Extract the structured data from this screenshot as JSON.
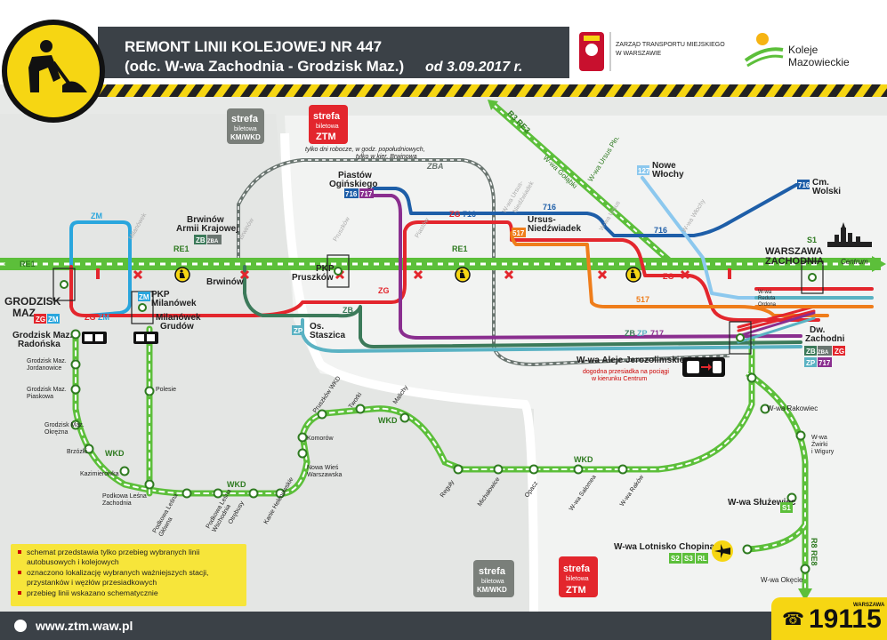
{
  "header": {
    "title_line1": "REMONT LINII KOLEJOWEJ NR 447",
    "title_line2": "(odc. W-wa Zachodnia - Grodzisk Maz.)",
    "date": "od 3.09.2017 r.",
    "ztm_org": "ZARZĄD TRANSPORTU MIEJSKIEGO\nW WARSZAWIE",
    "km_brand_1": "Koleje",
    "km_brand_2": "Mazowieckie"
  },
  "zones": {
    "km_wkd_1": "strefa",
    "km_wkd_2": "biletowa",
    "km_wkd_3": "KM/WKD",
    "ztm_1": "strefa",
    "ztm_2": "biletowa",
    "ztm_3": "ZTM"
  },
  "notes": {
    "workdays": "tylko dni robocze, w godz. popołudniowych,",
    "workdays2": "tylko w kier. Brwinowa",
    "transfer_1": "dogodna przesiadka na pociągi",
    "transfer_2": "w kierunku Centrum",
    "centrum": "Centrum"
  },
  "stations": {
    "grodzisk": "GRODZISK",
    "grodzisk2": "MAZ.",
    "grodzisk_radonska": "Grodzisk Maz.",
    "grodzisk_radonska2": "Radońska",
    "pkp_milanowek": "PKP",
    "pkp_milanowek2": "Milanówek",
    "milanowek_grudow": "Milanówek",
    "milanowek_grudow2": "Grudów",
    "brwinow_ak": "Brwinów",
    "brwinow_ak2": "Armii Krajowej",
    "brwinow": "Brwinów",
    "pkp_pruszkow": "PKP",
    "pkp_pruszkow2": "Pruszków",
    "os_staszica": "Os.",
    "os_staszica2": "Staszica",
    "piastow": "Piastów",
    "piastow2": "Ogińskiego",
    "ursus_n": "Ursus-",
    "ursus_n2": "Niedźwiadek",
    "nowe_wlochy": "Nowe",
    "nowe_wlochy2": "Włochy",
    "cm_wolski": "Cm.",
    "cm_wolski2": "Wolski",
    "warszawa_zach": "WARSZAWA",
    "warszawa_zach2": "ZACHODNIA",
    "dw_zach": "Dw.",
    "dw_zach2": "Zachodni",
    "aleje": "W-wa Aleje Jerozolimskie",
    "sluzewiec": "W-wa Służewiec",
    "lotnisko": "W-wa Lotnisko Chopina",
    "okecie": "W-wa Okęcie",
    "rakowiec": "W-wa Rakowiec",
    "zwirki": "W-wa",
    "zwirki2": "Żwirki",
    "zwirki3": "i Wigury",
    "reduta": "W-wa",
    "reduta2": "Reduta",
    "reduta3": "Ordona",
    "golabki": "W-wa Gołąbki",
    "ursus_pln": "W-wa Ursus Płn.",
    "ursus": "W-wa Ursus",
    "wlochy": "W-wa Włochy",
    "ursus_niedz_rail": "W-wa Ursus-",
    "ursus_niedz_rail2": "Niedźwiadek",
    "pruszkow_rail": "Pruszków",
    "piastow_rail": "Piastów",
    "brwinow_rail": "Brwinów",
    "milanowek_rail": "Milanówek"
  },
  "wkd_stations": [
    "Grodzisk Maz.\nJordanowice",
    "Grodzisk Maz.\nPiaskowa",
    "Grodzisk Maz.\nOkrężna",
    "Brzózki",
    "Kazimierówka",
    "Podkowa Leśna\nZachodnia",
    "Podkowa Leśna\nGłówna",
    "Podkowa Leśna\nWschodnia",
    "Otrębusy",
    "Kanie Helenowskie",
    "Nowa Wieś\nWarszawska",
    "Komorów",
    "Pruszków WKD",
    "Tworki",
    "Malichy",
    "Reguły",
    "Michałowice",
    "Opacz",
    "W-wa Salomea",
    "W-wa Raków",
    "Polesie"
  ],
  "lines": {
    "re1": "RE1",
    "s1": "S1",
    "wkd": "WKD",
    "zm": "ZM",
    "zg": "ZG",
    "zb": "ZB",
    "zp": "ZP",
    "zba": "ZBA",
    "l716": "716",
    "l717": "717",
    "l517": "517",
    "l127": "127",
    "r3": "R3 RE3",
    "r8": "R8 RE8",
    "s2": "S2",
    "s3": "S3",
    "rl": "RL"
  },
  "legend": [
    "schemat przedstawia tylko przebieg wybranych linii autobusowych i kolejowych",
    "oznaczono lokalizację wybranych ważniejszych stacji, przystanków i węzłów przesiadkowych",
    "przebieg linii wskazano schematycznie"
  ],
  "footer": {
    "url": "www.ztm.waw.pl",
    "hotline_caption": "WARSZAWA",
    "hotline": "19115"
  },
  "colors": {
    "header_bg": "#3b4147",
    "rail_green": "#5cbf3a",
    "bus_blue": "#2aa6dd",
    "bus_red": "#e3262d",
    "bus_green_dark": "#3c7a5a",
    "bus_teal": "#5ab2c3",
    "bus_purple": "#8a2e8f",
    "bus_orange": "#ef7d1b",
    "bus_716": "#1e5ea8",
    "bus_127": "#8cc8ee",
    "work_yellow": "#f6d613"
  }
}
